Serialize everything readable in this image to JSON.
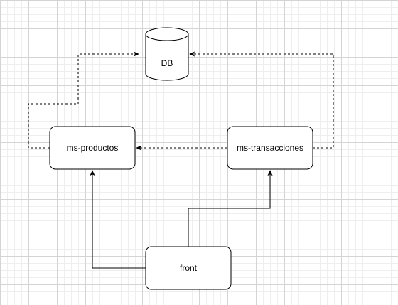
{
  "diagram": {
    "nodes": {
      "db": {
        "label": "DB",
        "shape": "cylinder"
      },
      "productos": {
        "label": "ms-productos",
        "shape": "rounded-rectangle"
      },
      "transacciones": {
        "label": "ms-transacciones",
        "shape": "rounded-rectangle"
      },
      "front": {
        "label": "front",
        "shape": "rounded-rectangle"
      }
    },
    "edges": [
      {
        "from": "productos",
        "to": "db",
        "style": "dashed"
      },
      {
        "from": "transacciones",
        "to": "db",
        "style": "dashed"
      },
      {
        "from": "transacciones",
        "to": "productos",
        "style": "dashed"
      },
      {
        "from": "front",
        "to": "productos",
        "style": "solid"
      },
      {
        "from": "front",
        "to": "transacciones",
        "style": "solid"
      }
    ],
    "colors": {
      "stroke": "#000000",
      "fill": "#ffffff"
    }
  }
}
